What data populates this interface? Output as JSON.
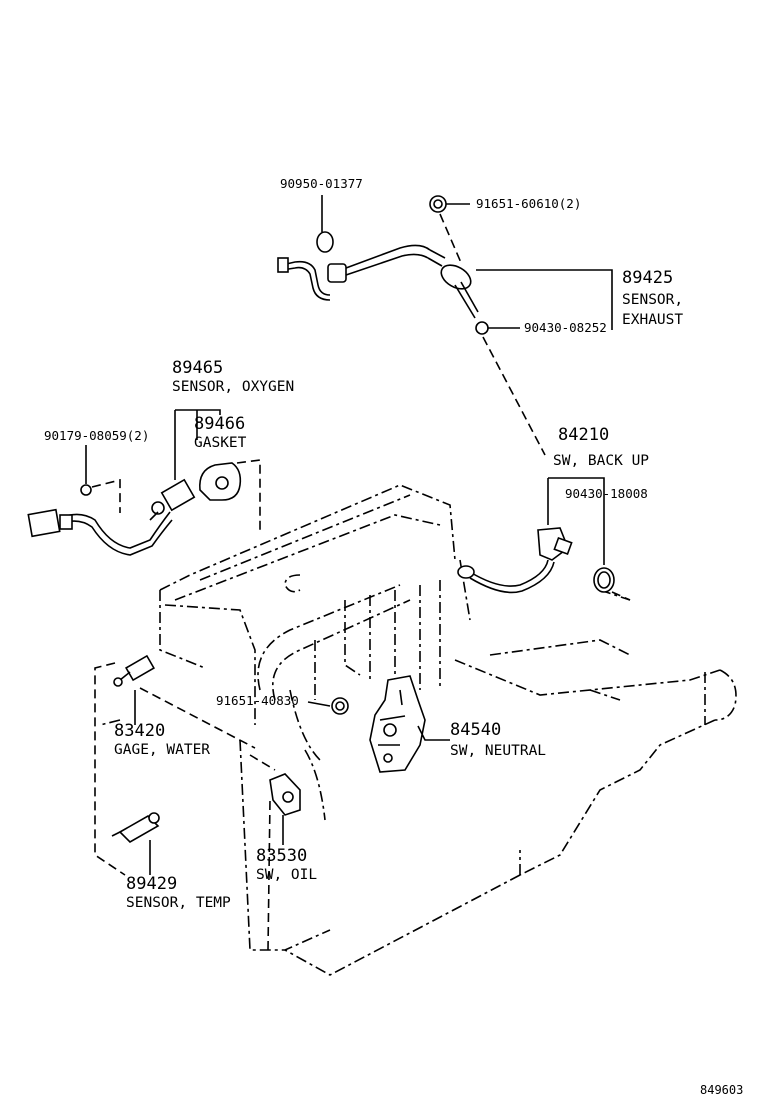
{
  "parts": {
    "p90950": {
      "number": "90950-01377"
    },
    "p91651a": {
      "number": "91651-60610(2)"
    },
    "p89425": {
      "number": "89425",
      "name_line1": "SENSOR,",
      "name_line2": "EXHAUST"
    },
    "p90430a": {
      "number": "90430-08252"
    },
    "p89465": {
      "number": "89465",
      "name": "SENSOR, OXYGEN"
    },
    "p89466": {
      "number": "89466",
      "name": "GASKET"
    },
    "p90179": {
      "number": "90179-08059(2)"
    },
    "p84210": {
      "number": "84210",
      "name": "SW, BACK UP"
    },
    "p90430b": {
      "number": "90430-18008"
    },
    "p91651b": {
      "number": "91651-40830"
    },
    "p84540": {
      "number": "84540",
      "name": "SW, NEUTRAL"
    },
    "p83420": {
      "number": "83420",
      "name": "GAGE, WATER"
    },
    "p83530": {
      "number": "83530",
      "name": "SW, OIL"
    },
    "p89429": {
      "number": "89429",
      "name": "SENSOR, TEMP"
    }
  },
  "diagram_ref": "849603"
}
